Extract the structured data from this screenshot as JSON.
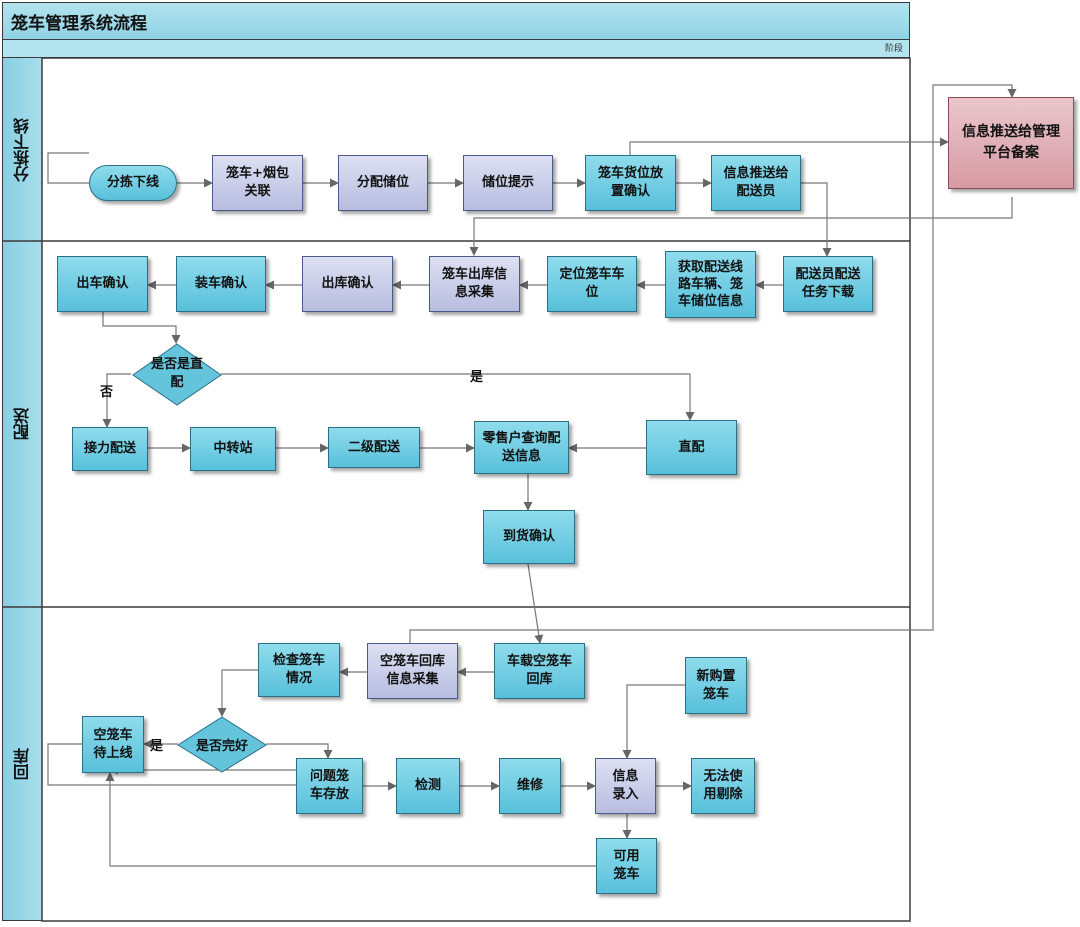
{
  "title": "笼车管理系统流程",
  "phase_label": "阶段",
  "lanes": [
    "分拣下线",
    "配送",
    "回库"
  ],
  "nodes": {
    "sort_offline": "分拣下线",
    "cage_tobacco": "笼车+烟包\n关联",
    "assign_slot": "分配储位",
    "slot_prompt": "储位提示",
    "cage_place_confirm": "笼车货位放\n置确认",
    "push_to_dispatcher": "信息推送给\n配送员",
    "push_to_platform": "信息推送给管理\n平台备案",
    "dispatch_task": "配送员配送\n任务下载",
    "get_route_info": "获取配送线\n路车辆、笼\n车储位信息",
    "locate_cage": "定位笼车车\n位",
    "cage_out_collect": "笼车出库信\n息采集",
    "out_confirm": "出库确认",
    "load_confirm": "装车确认",
    "depart_confirm": "出车确认",
    "is_direct": "是否是直\n配",
    "relay_delivery": "接力配送",
    "transfer_station": "中转站",
    "secondary_delivery": "二级配送",
    "retailer_query": "零售户查询配\n送信息",
    "direct_delivery": "直配",
    "arrival_confirm": "到货确认",
    "vehicle_return": "车载空笼车\n回库",
    "empty_cage_collect": "空笼车回库\n信息采集",
    "check_cage": "检查笼车\n情况",
    "is_intact": "是否完好",
    "empty_cage_ready": "空笼车\n待上线",
    "problem_cage_store": "问题笼\n车存放",
    "inspect": "检测",
    "repair": "维修",
    "info_entry": "信息\n录入",
    "new_cage": "新购置\n笼车",
    "unusable_remove": "无法使\n用剔除",
    "usable_cage": "可用\n笼车"
  },
  "edge_labels": {
    "yes": "是",
    "no": "否"
  },
  "colors": {
    "cyan": "#5fc3dc",
    "lavender": "#c2c6e6",
    "pink": "#dba3ac",
    "lane": "#9ad6e6"
  }
}
